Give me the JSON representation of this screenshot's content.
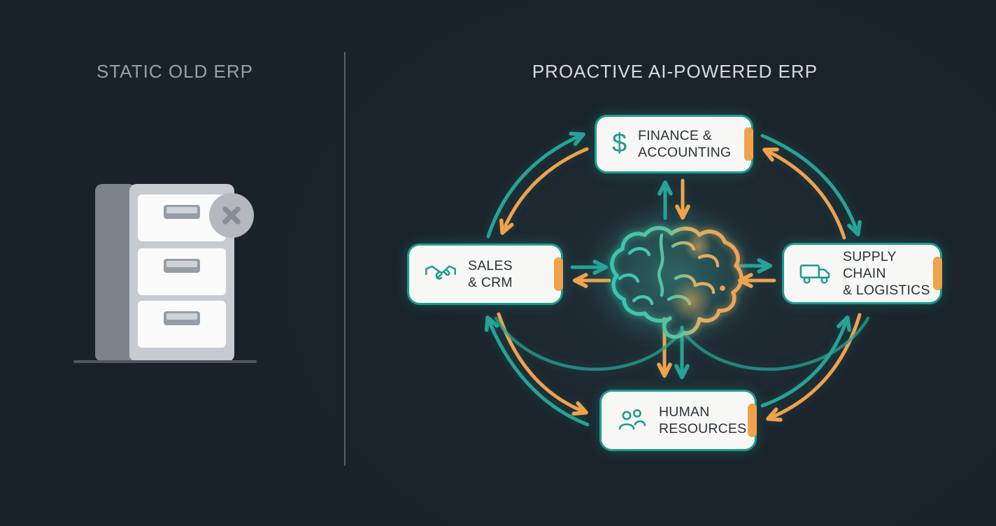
{
  "left_panel": {
    "title": "STATIC OLD ERP",
    "cabinet": {
      "illustration": "file-cabinet",
      "drawer_count": 3,
      "status_icon": "x-mark"
    }
  },
  "right_panel": {
    "title": "PROACTIVE AI-POWERED ERP",
    "center": {
      "icon": "brain-icon",
      "style": "teal-to-orange gradient outline with glow"
    },
    "modules": [
      {
        "id": "finance",
        "icon": "dollar-icon",
        "icon_glyph": "$",
        "label_line1": "FINANCE &",
        "label_line2": "ACCOUNTING"
      },
      {
        "id": "sales",
        "icon": "handshake-icon",
        "label_line1": "SALES",
        "label_line2": "& CRM"
      },
      {
        "id": "supply",
        "icon": "truck-icon",
        "label_line1": "SUPPLY CHAIN",
        "label_line2": "& LOGISTICS"
      },
      {
        "id": "hr",
        "icon": "people-icon",
        "label_line1": "HUMAN",
        "label_line2": "RESOURCES"
      }
    ],
    "flows": {
      "ring_arrows": "bidirectional teal and orange curved arrows between all four modules",
      "hub_arrows": "teal and orange straight arrows between brain hub and each module"
    }
  },
  "colors": {
    "background": "#1b242c",
    "teal": "#27a396",
    "teal_border": "#1a9b8f",
    "orange": "#f0a24c",
    "box_bg": "#f7f8f5",
    "box_text": "#2c3238",
    "title_left": "#96a0aa",
    "title_right": "#d7dbdf",
    "divider": "#59606a",
    "cabinet_front": "#c7cbd1",
    "cabinet_side": "#7d838c",
    "badge_gray": "#b5b9bf"
  }
}
